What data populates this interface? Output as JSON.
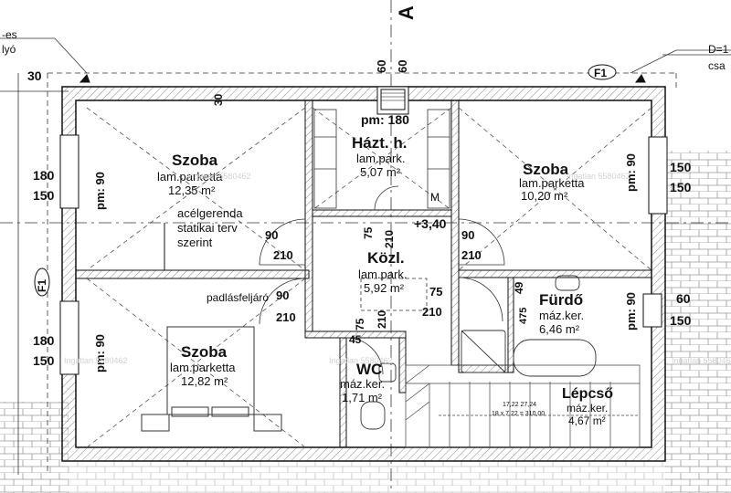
{
  "left_notes": {
    "line1": "-es",
    "line2": "lyó"
  },
  "right_notes": {
    "line1": "D=1",
    "line2": "csa"
  },
  "section_mark": "A",
  "wall_markers": {
    "top_left": "30",
    "top_inner": "30",
    "top_60_a": "60",
    "top_60_b": "60"
  },
  "flue_label": "pm: 180",
  "axis_labels": {
    "right": "F1",
    "left": "F1"
  },
  "rooms": [
    {
      "name": "Szoba",
      "finish": "lam.parketta",
      "area": "12,35 m²"
    },
    {
      "name": "Házt. h.",
      "finish": "lam.park.",
      "area": "5,07 m²"
    },
    {
      "name": "Szoba",
      "finish": "lam.parketta",
      "area": "10,20 m²"
    },
    {
      "name": "Közl.",
      "finish": "lam.park.",
      "area": "5,92 m²"
    },
    {
      "name": "Fürdő",
      "finish": "máz.ker.",
      "area": "6,46 m²"
    },
    {
      "name": "Szoba",
      "finish": "lam.parketta",
      "area": "12,82 m²"
    },
    {
      "name": "WC",
      "finish": "máz.ker.",
      "area": "1,71 m²"
    },
    {
      "name": "Lépcső",
      "finish": "máz.ker.",
      "area": "4,67 m²"
    }
  ],
  "level_mark": "+3,40",
  "notes": {
    "beam1": "acélgerenda",
    "beam2": "statikai terv",
    "beam3": "szerint",
    "attic": "padlásfeljáró"
  },
  "closet_mark": "M",
  "stair_calc_1": "17,22 27,24",
  "stair_calc_2": "18 x 7,22 = 310,00",
  "windows": {
    "left_top": {
      "w": "180",
      "h": "150",
      "pm": "pm: 90"
    },
    "left_bottom": {
      "w": "180",
      "h": "150",
      "pm": "pm: 90"
    },
    "right_top": {
      "w": "150",
      "h": "150",
      "pm": "pm: 90"
    },
    "right_bottom": {
      "w": "60",
      "h": "150",
      "pm": "pm: 90"
    }
  },
  "doors": [
    {
      "w": "90",
      "h": "210"
    },
    {
      "w": "90",
      "h": "210"
    },
    {
      "w": "90",
      "h": "210"
    },
    {
      "w": "75",
      "h": "210"
    },
    {
      "w": "75",
      "h": "210"
    },
    {
      "w": "75",
      "h": "210"
    },
    {
      "w": "45",
      "h": ""
    }
  ],
  "bath_dims": {
    "a": "49",
    "b": "475"
  },
  "watermark": "Ingatlan 5580462"
}
